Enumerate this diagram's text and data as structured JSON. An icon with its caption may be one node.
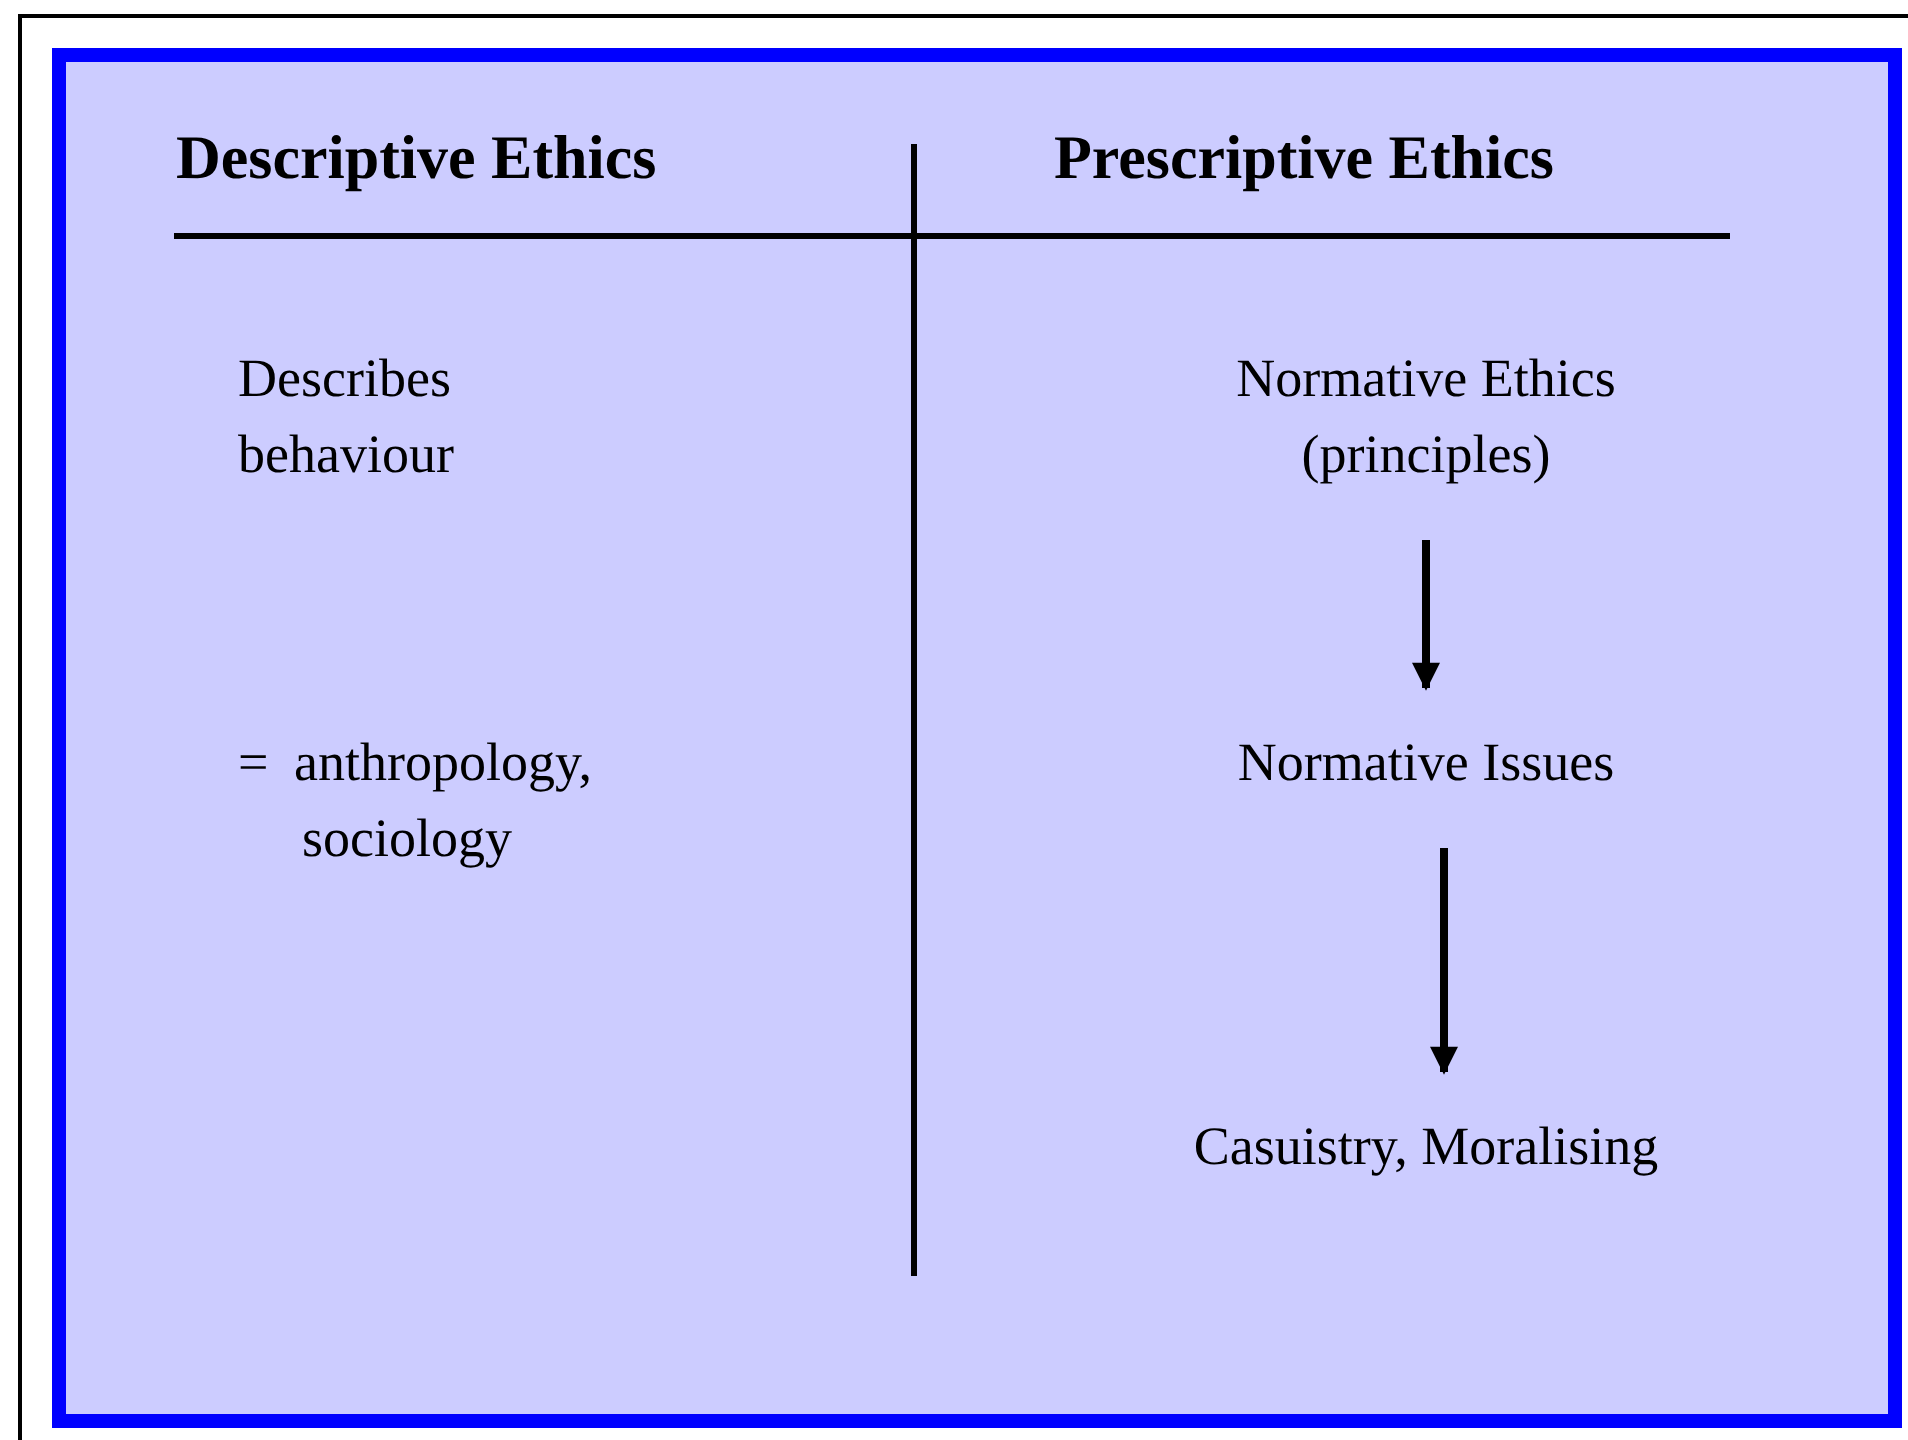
{
  "diagram": {
    "nodes": [
      {
        "text": [
          "Normative Ethics (principles)"
        ]
      },
      {
        "text": [
          "Normative Issues"
        ]
      },
      {
        "text": [
          "Casuistry, Moralising"
        ]
      }
    ],
    "edges": [
      {
        "from": 0,
        "to": 1,
        "arrow": "to"
      },
      {
        "from": 1,
        "to": 2,
        "arrow": "to"
      }
    ],
    "labels": [
      "Descriptive Ethics",
      "Prescriptive Ethics",
      "Describes behaviour",
      "= anthropology, sociology"
    ]
  }
}
